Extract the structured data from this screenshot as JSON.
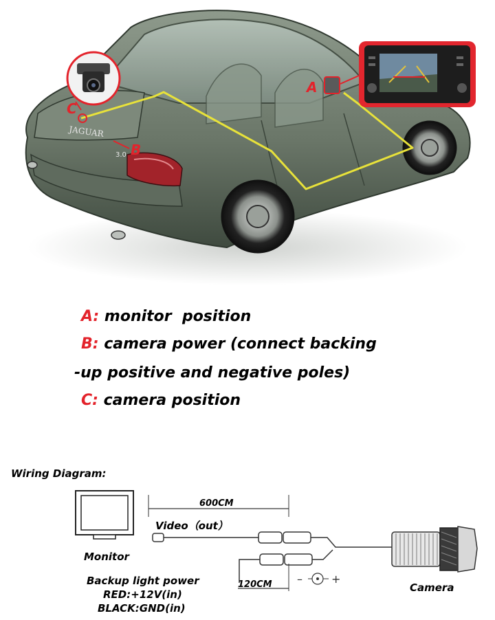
{
  "photo": {
    "car_brand_badge": "JAGUAR",
    "car_model_badge": "3.0",
    "marker_a": "A",
    "marker_b": "B",
    "marker_c": "C"
  },
  "legend": {
    "items": [
      {
        "key": "A:",
        "text": "monitor  position"
      },
      {
        "key": "B:",
        "text": "camera power (connect backing"
      },
      {
        "key": "",
        "text": "-up positive and negative poles)"
      },
      {
        "key": "C:",
        "text": "camera position"
      }
    ]
  },
  "wiring": {
    "title": "Wiring Diagram:",
    "monitor_label": "Monitor",
    "length_main": "600CM",
    "video_label": "Video（out）",
    "length_power": "120CM",
    "power_title": "Backup light power",
    "red_line": "RED:+12V(in)",
    "black_line": "BLACK:GND(in)",
    "polarity_minus": "–",
    "polarity_plus": "+",
    "camera_label": "Camera"
  },
  "colors": {
    "marker": "#e3232b",
    "route": "#e8e23a",
    "car_body": "#6f7a6e",
    "monitor_frame": "#e2262e"
  }
}
